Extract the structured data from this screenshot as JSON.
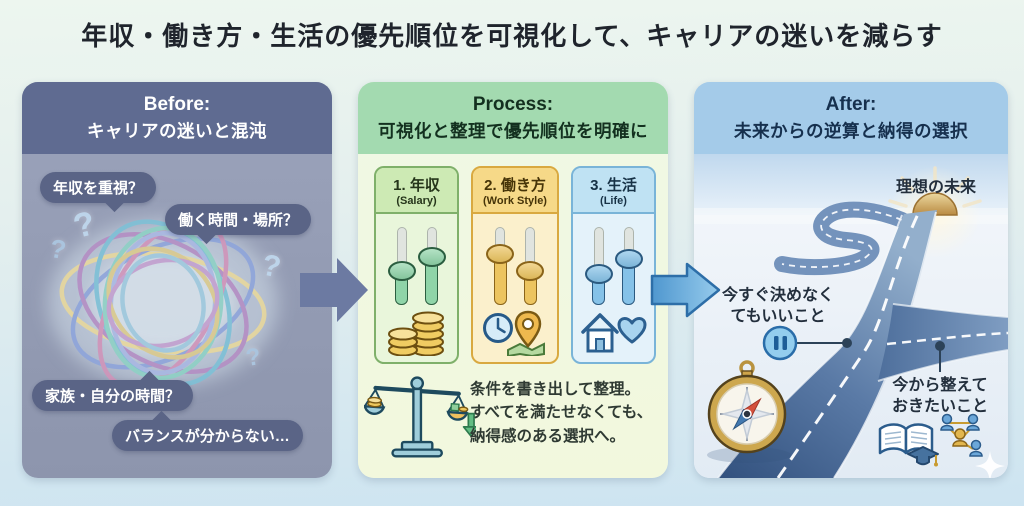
{
  "title": "年収・働き方・生活の優先順位を可視化して、キャリアの迷いを減らす",
  "colors": {
    "before_header": "#5f6b91",
    "process_header": "#a3dab0",
    "after_header": "#a4cbe9",
    "salary_accent": "#8fd4a8",
    "workstyle_accent": "#ecc45f",
    "life_accent": "#85c2e8",
    "road_blue": "#3f5f8c",
    "sun_gold": "#d9ab58"
  },
  "before": {
    "header_line1": "Before:",
    "header_line2": "キャリアの迷いと混沌",
    "bubbles": [
      "年収を重視？",
      "働く時間・場所？",
      "家族・自分の時間？",
      "バランスが分からない…"
    ],
    "question_marks": [
      "?",
      "?",
      "?",
      "?"
    ],
    "illustration": "tangled-threads"
  },
  "process": {
    "header_line1": "Process:",
    "header_line2": "可視化と整理で優先順位を明確に",
    "columns": [
      {
        "label": "1. 年収",
        "sublabel": "(Salary)",
        "icons": [
          "coins-icon"
        ],
        "slider_levels": [
          0.4,
          0.58
        ]
      },
      {
        "label": "2. 働き方",
        "sublabel": "(Work Style)",
        "icons": [
          "clock-icon",
          "map-pin-icon"
        ],
        "slider_levels": [
          0.62,
          0.4
        ]
      },
      {
        "label": "3. 生活",
        "sublabel": "(Life)",
        "icons": [
          "house-icon",
          "heart-icon"
        ],
        "slider_levels": [
          0.36,
          0.55
        ]
      }
    ],
    "summary": [
      "条件を書き出して整理。",
      "すべてを満たせなくても、",
      "納得感のある選択へ。"
    ],
    "illustration": "balance-scale"
  },
  "after": {
    "header_line1": "After:",
    "header_line2": "未来からの逆算と納得の選択",
    "ideal_future": "理想の未来",
    "not_now_line1": "今すぐ決めなく",
    "not_now_line2": "てもいいこと",
    "prepare_line1": "今から整えて",
    "prepare_line2": "おきたいこと",
    "icons": [
      "sun-icon",
      "pause-icon",
      "compass-icon",
      "book-icon",
      "people-network-icon",
      "sparkle-icon"
    ]
  }
}
